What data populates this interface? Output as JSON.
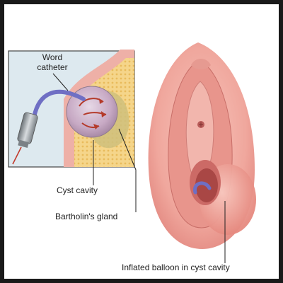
{
  "labels": {
    "word_catheter_line1": "Word",
    "word_catheter_line2": "catheter",
    "cyst_cavity": "Cyst cavity",
    "bartholins_gland": "Bartholin's gland",
    "inflated_balloon": "Inflated balloon in cyst cavity"
  },
  "colors": {
    "frame_border": "#1a1a1a",
    "background": "#ffffff",
    "inset_bg": "#dfe9ee",
    "gland_tissue": "#f4d27a",
    "skin": "#f1a8a0",
    "skin_dark": "#d77a73",
    "catheter_tube": "#6f6fc4",
    "catheter_metal": "#9aa0a4",
    "cyst_fill": "#c9a9c6",
    "arrow": "#b43a2a"
  }
}
